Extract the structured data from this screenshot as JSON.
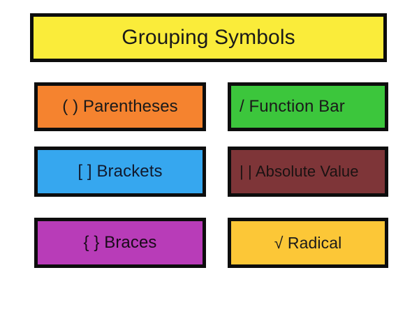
{
  "slide": {
    "background_color": "#ffffff",
    "title": {
      "text": "Grouping Symbols",
      "fill_color": "#FAEC3A",
      "border_color": "#0D0D0D",
      "text_color": "#1A1A1A"
    },
    "items": [
      {
        "id": "parentheses",
        "label": "( ) Parentheses",
        "symbol": "( )",
        "name": "Parentheses",
        "fill_color": "#F5832F",
        "border_color": "#0D0D0D",
        "text_color": "#1A1A1A",
        "column": "left",
        "row": 1,
        "align": "center"
      },
      {
        "id": "function-bar",
        "label": "/ Function Bar",
        "symbol": "/",
        "name": "Function Bar",
        "fill_color": "#3CC63C",
        "border_color": "#0D0D0D",
        "text_color": "#1A1A1A",
        "column": "right",
        "row": 1,
        "align": "left"
      },
      {
        "id": "brackets",
        "label": "[ ] Brackets",
        "symbol": "[ ]",
        "name": "Brackets",
        "fill_color": "#36A7EF",
        "border_color": "#0D0D0D",
        "text_color": "#111A2E",
        "column": "left",
        "row": 2,
        "align": "center"
      },
      {
        "id": "absolute-value",
        "label": "| | Absolute Value",
        "symbol": "| |",
        "name": "Absolute Value",
        "fill_color": "#7E3538",
        "border_color": "#0D0D0D",
        "text_color": "#1A1212",
        "column": "right",
        "row": 2,
        "align": "left"
      },
      {
        "id": "braces",
        "label": "{ } Braces",
        "symbol": "{ }",
        "name": "Braces",
        "fill_color": "#B83CB8",
        "border_color": "#0D0D0D",
        "text_color": "#190A19",
        "column": "left",
        "row": 3,
        "align": "center"
      },
      {
        "id": "radical",
        "label": "√ Radical",
        "symbol": "√",
        "name": "Radical",
        "fill_color": "#FCC737",
        "border_color": "#0D0D0D",
        "text_color": "#1A1A1A",
        "column": "right",
        "row": 3,
        "align": "center"
      }
    ]
  }
}
